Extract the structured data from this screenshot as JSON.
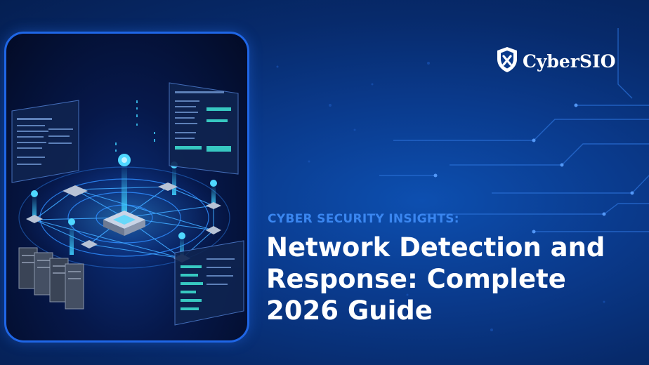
{
  "brand": {
    "name": "CyberSIO",
    "logo_icon": "shield-x-icon",
    "text_color": "#ffffff"
  },
  "hero": {
    "eyebrow": "CYBER SECURITY INSIGHTS:",
    "title_lines": [
      "Network Detection and",
      "Response: Complete",
      "2026 Guide"
    ],
    "eyebrow_color": "#3a86f0",
    "title_color": "#ffffff"
  },
  "illustration": {
    "subject": "network-topology-illustration",
    "accent": "#3fd0ff",
    "frame_color": "#1f66e6"
  },
  "colors": {
    "background": "#0a3a8c",
    "circuit_lines": "#2a6fd6"
  }
}
